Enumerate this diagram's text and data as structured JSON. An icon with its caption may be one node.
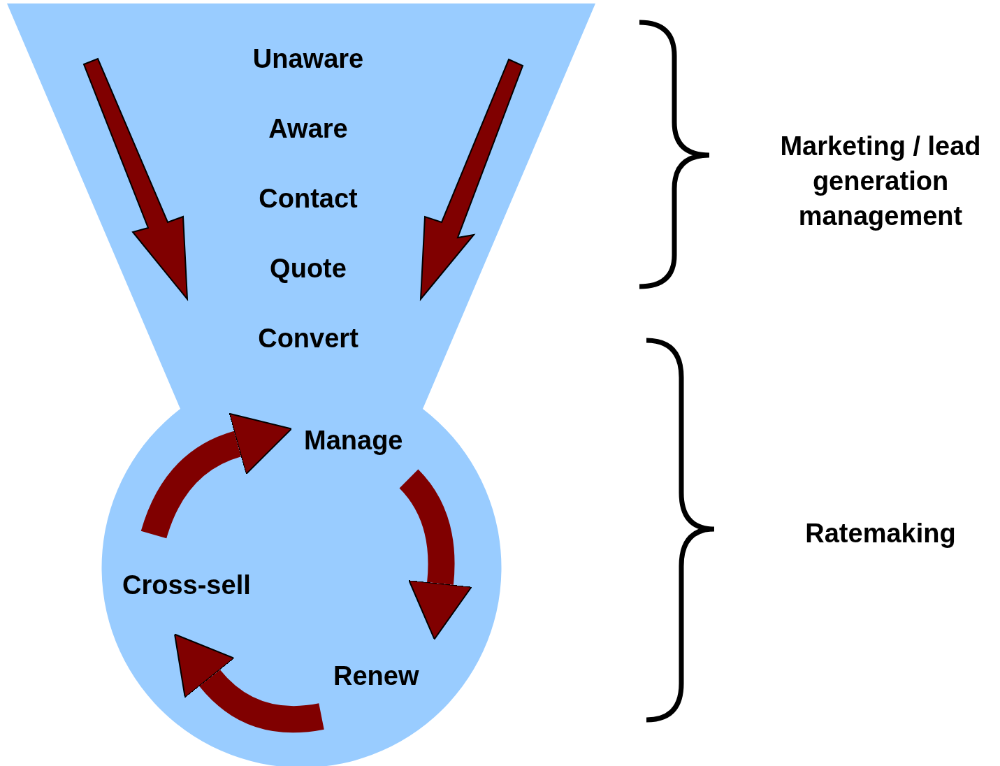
{
  "diagram": {
    "nodes": [
      {
        "text": [
          "Unaware",
          "Aware",
          "Contact",
          "Quote",
          "Convert"
        ]
      },
      {
        "text": [
          "Manage"
        ],
        "in": 0
      },
      {
        "text": [
          "Renew"
        ],
        "in": 0
      },
      {
        "text": [
          "Cross-sell"
        ],
        "in": 0
      }
    ],
    "edges": [
      {
        "from": 1,
        "to": 2,
        "arrow": "to"
      },
      {
        "from": 2,
        "to": 3,
        "arrow": "to"
      },
      {
        "from": 3,
        "to": 1,
        "arrow": "to"
      }
    ],
    "labels": [
      "Marketing / lead generation management",
      "Ratemaking"
    ]
  }
}
